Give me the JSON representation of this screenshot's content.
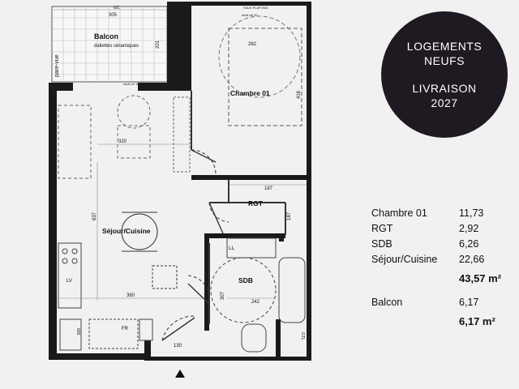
{
  "badge": {
    "line1": "LOGEMENTS",
    "line2": "NEUFS",
    "line3": "LIVRAISON",
    "line4": "2027"
  },
  "plan_labels": {
    "balcon": "Balcon",
    "balcon_sub": "dallettes céramiques",
    "pare_vue": "pare-vue",
    "gc": "GC",
    "balcon_width": "305",
    "balcon_depth": "201",
    "seuil_top": "seuil ref 10",
    "seuil_balcon": "seuil ref 10",
    "chambre": "Chambre 01",
    "chambre_width": "282",
    "chambre_depth": "416",
    "sejour": "Séjour/Cuisine",
    "sejour_width": "320",
    "sejour_depth": "637",
    "rgt": "RGT",
    "rgt_width": "187",
    "rgt_depth": "187",
    "sdb": "SDB",
    "sdb_width": "242",
    "sdb_depth": "307",
    "ll": "LL",
    "lv": "LV",
    "fr": "FR",
    "gtl": "GTL",
    "wall_360": "360",
    "entry_width": "130",
    "dim_600": "600",
    "faux_plafond": "FAUX PLAFOND"
  },
  "areas": {
    "rooms": [
      {
        "name": "Chambre 01",
        "value": "11,73"
      },
      {
        "name": "RGT",
        "value": "2,92"
      },
      {
        "name": "SDB",
        "value": "6,26"
      },
      {
        "name": "Séjour/Cuisine",
        "value": "22,66"
      }
    ],
    "total_interior": "43,57 m²",
    "exterior": [
      {
        "name": "Balcon",
        "value": "6,17"
      }
    ],
    "total_exterior": "6,17 m²"
  },
  "colors": {
    "wall": "#1a1a1a",
    "badge": "#1f1a22",
    "background": "#f1f1f1"
  }
}
